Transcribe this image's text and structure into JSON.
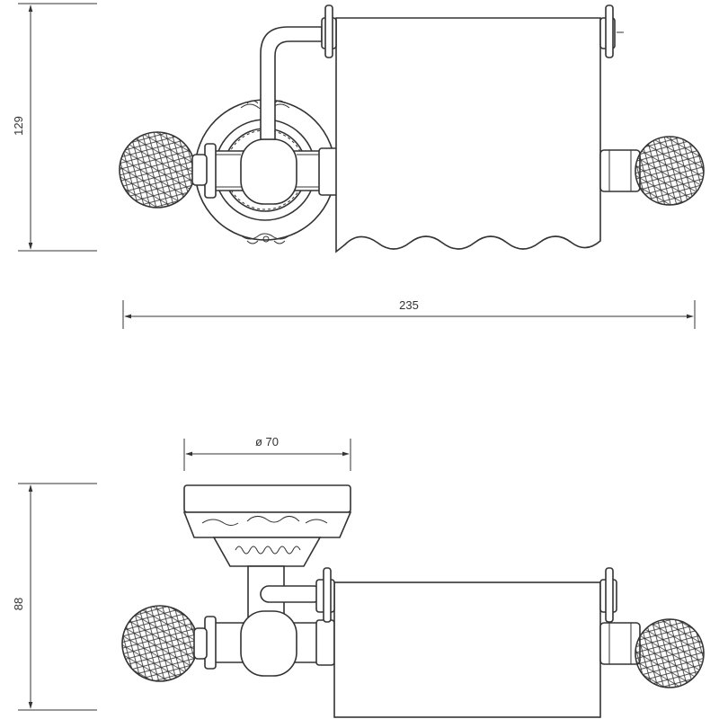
{
  "dimensions": {
    "top_height": "129",
    "overall_width": "235",
    "rosette_diameter": "ø 70",
    "bottom_height": "88"
  }
}
